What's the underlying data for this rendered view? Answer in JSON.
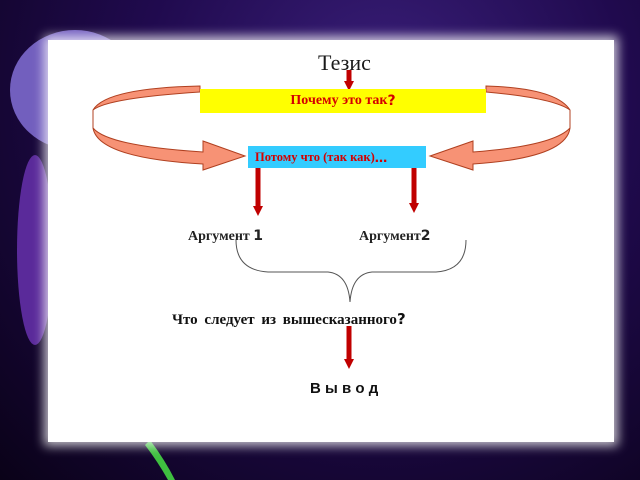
{
  "diagram": {
    "title": "Тезис",
    "why_question": "Почему это так",
    "why_mark": "?",
    "because_text": "Потому что (так как)",
    "because_dots": "…",
    "argument1_label": "Аргумент ",
    "argument1_num": "1",
    "argument2_label": "Аргумент",
    "argument2_num": "2",
    "question_text": "Что  следует из вышесказанного",
    "question_mark": "?",
    "conclusion": "В ы в о д"
  },
  "colors": {
    "why_box": "#ffff00",
    "because_box": "#33ccff",
    "curved_arrows": "#f79275",
    "down_arrows": "#c00000",
    "red_text": "#d40000"
  }
}
